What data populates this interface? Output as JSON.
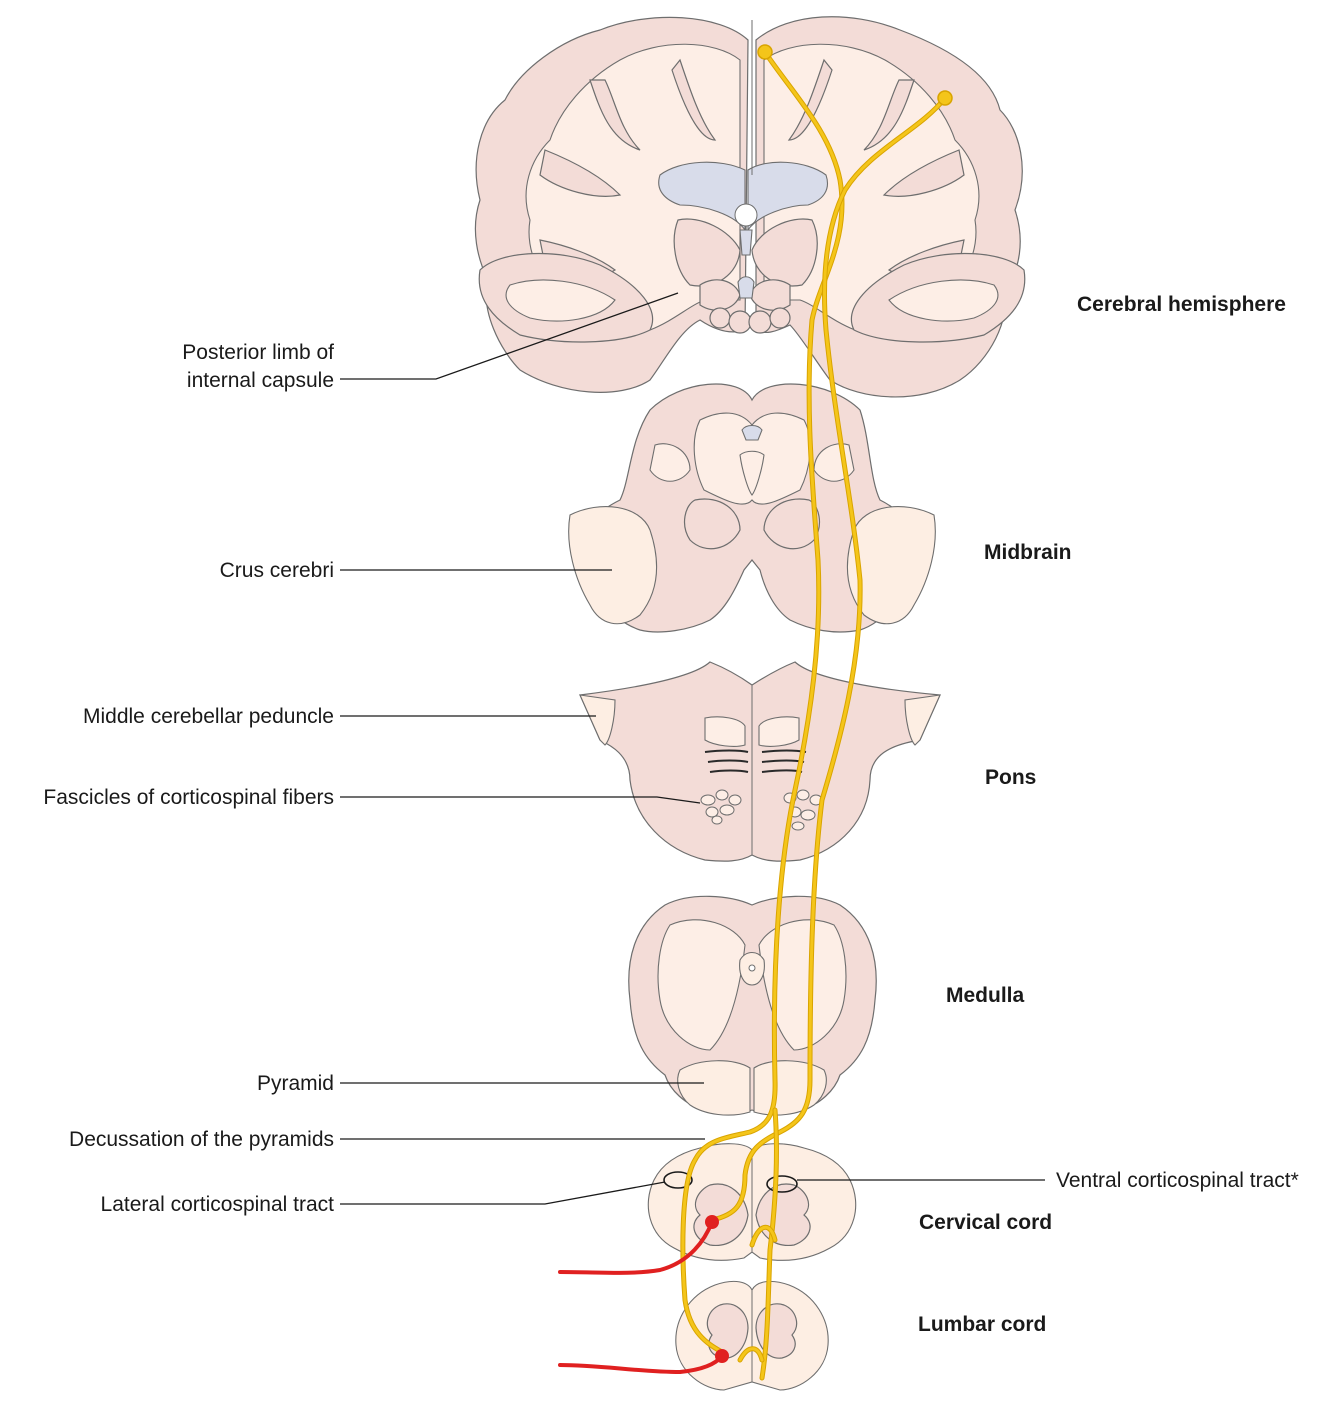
{
  "levels": {
    "cerebral_hemisphere": "Cerebral hemisphere",
    "midbrain": "Midbrain",
    "pons": "Pons",
    "medulla": "Medulla",
    "cervical_cord": "Cervical cord",
    "lumbar_cord": "Lumbar cord"
  },
  "labels": {
    "posterior_limb_line1": "Posterior limb of",
    "posterior_limb_line2": "internal capsule",
    "crus_cerebri": "Crus cerebri",
    "middle_cerebellar_peduncle": "Middle cerebellar peduncle",
    "fascicles": "Fascicles of corticospinal fibers",
    "pyramid": "Pyramid",
    "decussation": "Decussation of the pyramids",
    "lateral_tract": "Lateral corticospinal tract",
    "ventral_tract": "Ventral corticospinal tract*"
  },
  "colors": {
    "tissue": "#f3dcd7",
    "white_matter": "#fdeee6",
    "ventricle": "#d8dcea",
    "corticospinal_tract": "#f4c51a",
    "lower_motor_neuron": "#e02020"
  }
}
